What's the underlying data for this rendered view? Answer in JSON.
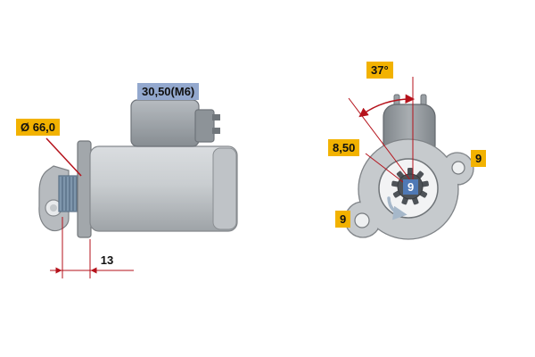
{
  "side_view": {
    "diameter_label": "Ø 66,0",
    "thread_label": "30,50(M6)",
    "length_label": "13"
  },
  "front_view": {
    "angle_label": "37°",
    "depth_label": "8,50",
    "pinion_teeth_label": "9",
    "right_label": "9",
    "bottom_label": "9"
  },
  "colors": {
    "label_yellow": "#F2B200",
    "label_blue_light": "#93A8CE",
    "label_blue_dark": "#4F79B5",
    "annotation_red": "#B5121B",
    "rotation_arrow": "#A6B8CA"
  }
}
